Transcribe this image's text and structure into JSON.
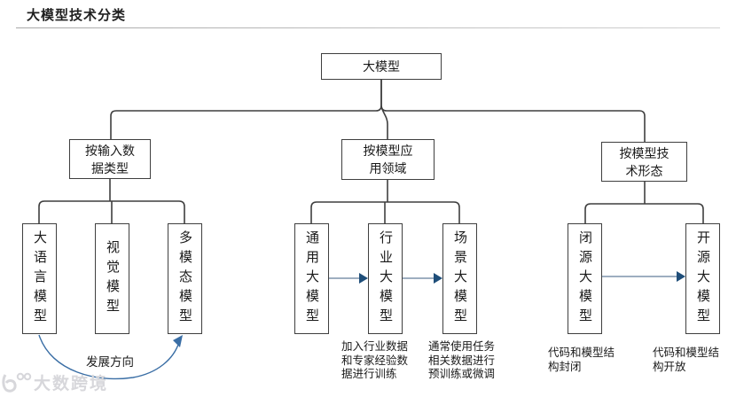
{
  "title": "大模型技术分类",
  "root_label": "大模型",
  "branches": {
    "input_type": {
      "header": "按输入数\n据类型",
      "leaves": [
        "大语言模型",
        "视觉模型",
        "多模态模型"
      ],
      "flow_label": "发展方向"
    },
    "application": {
      "header": "按模型应\n用领域",
      "leaves": [
        "通用大模型",
        "行业大模型",
        "场景大模型"
      ],
      "captions": [
        "加入行业数据\n和专家经验数\n据进行训练",
        "通常使用任务\n相关数据进行\n预训练或微调"
      ]
    },
    "tech_form": {
      "header": "按模型技\n术形态",
      "leaves": [
        "闭源大模型",
        "开源大模型"
      ],
      "captions": [
        "代码和模型结\n构封闭",
        "代码和模型结\n构开放"
      ]
    }
  },
  "watermark": "大数跨境",
  "colors": {
    "connector": "#3f3f3f",
    "arrow_shaft": "#7f94ab",
    "arrow_head": "#1f4e79",
    "flow_curve": "#3a6ea5",
    "box_border": "#3f3f3f",
    "text": "#1a1a1a",
    "rule": "#b7b7b7",
    "watermark": "#d7d7db"
  }
}
